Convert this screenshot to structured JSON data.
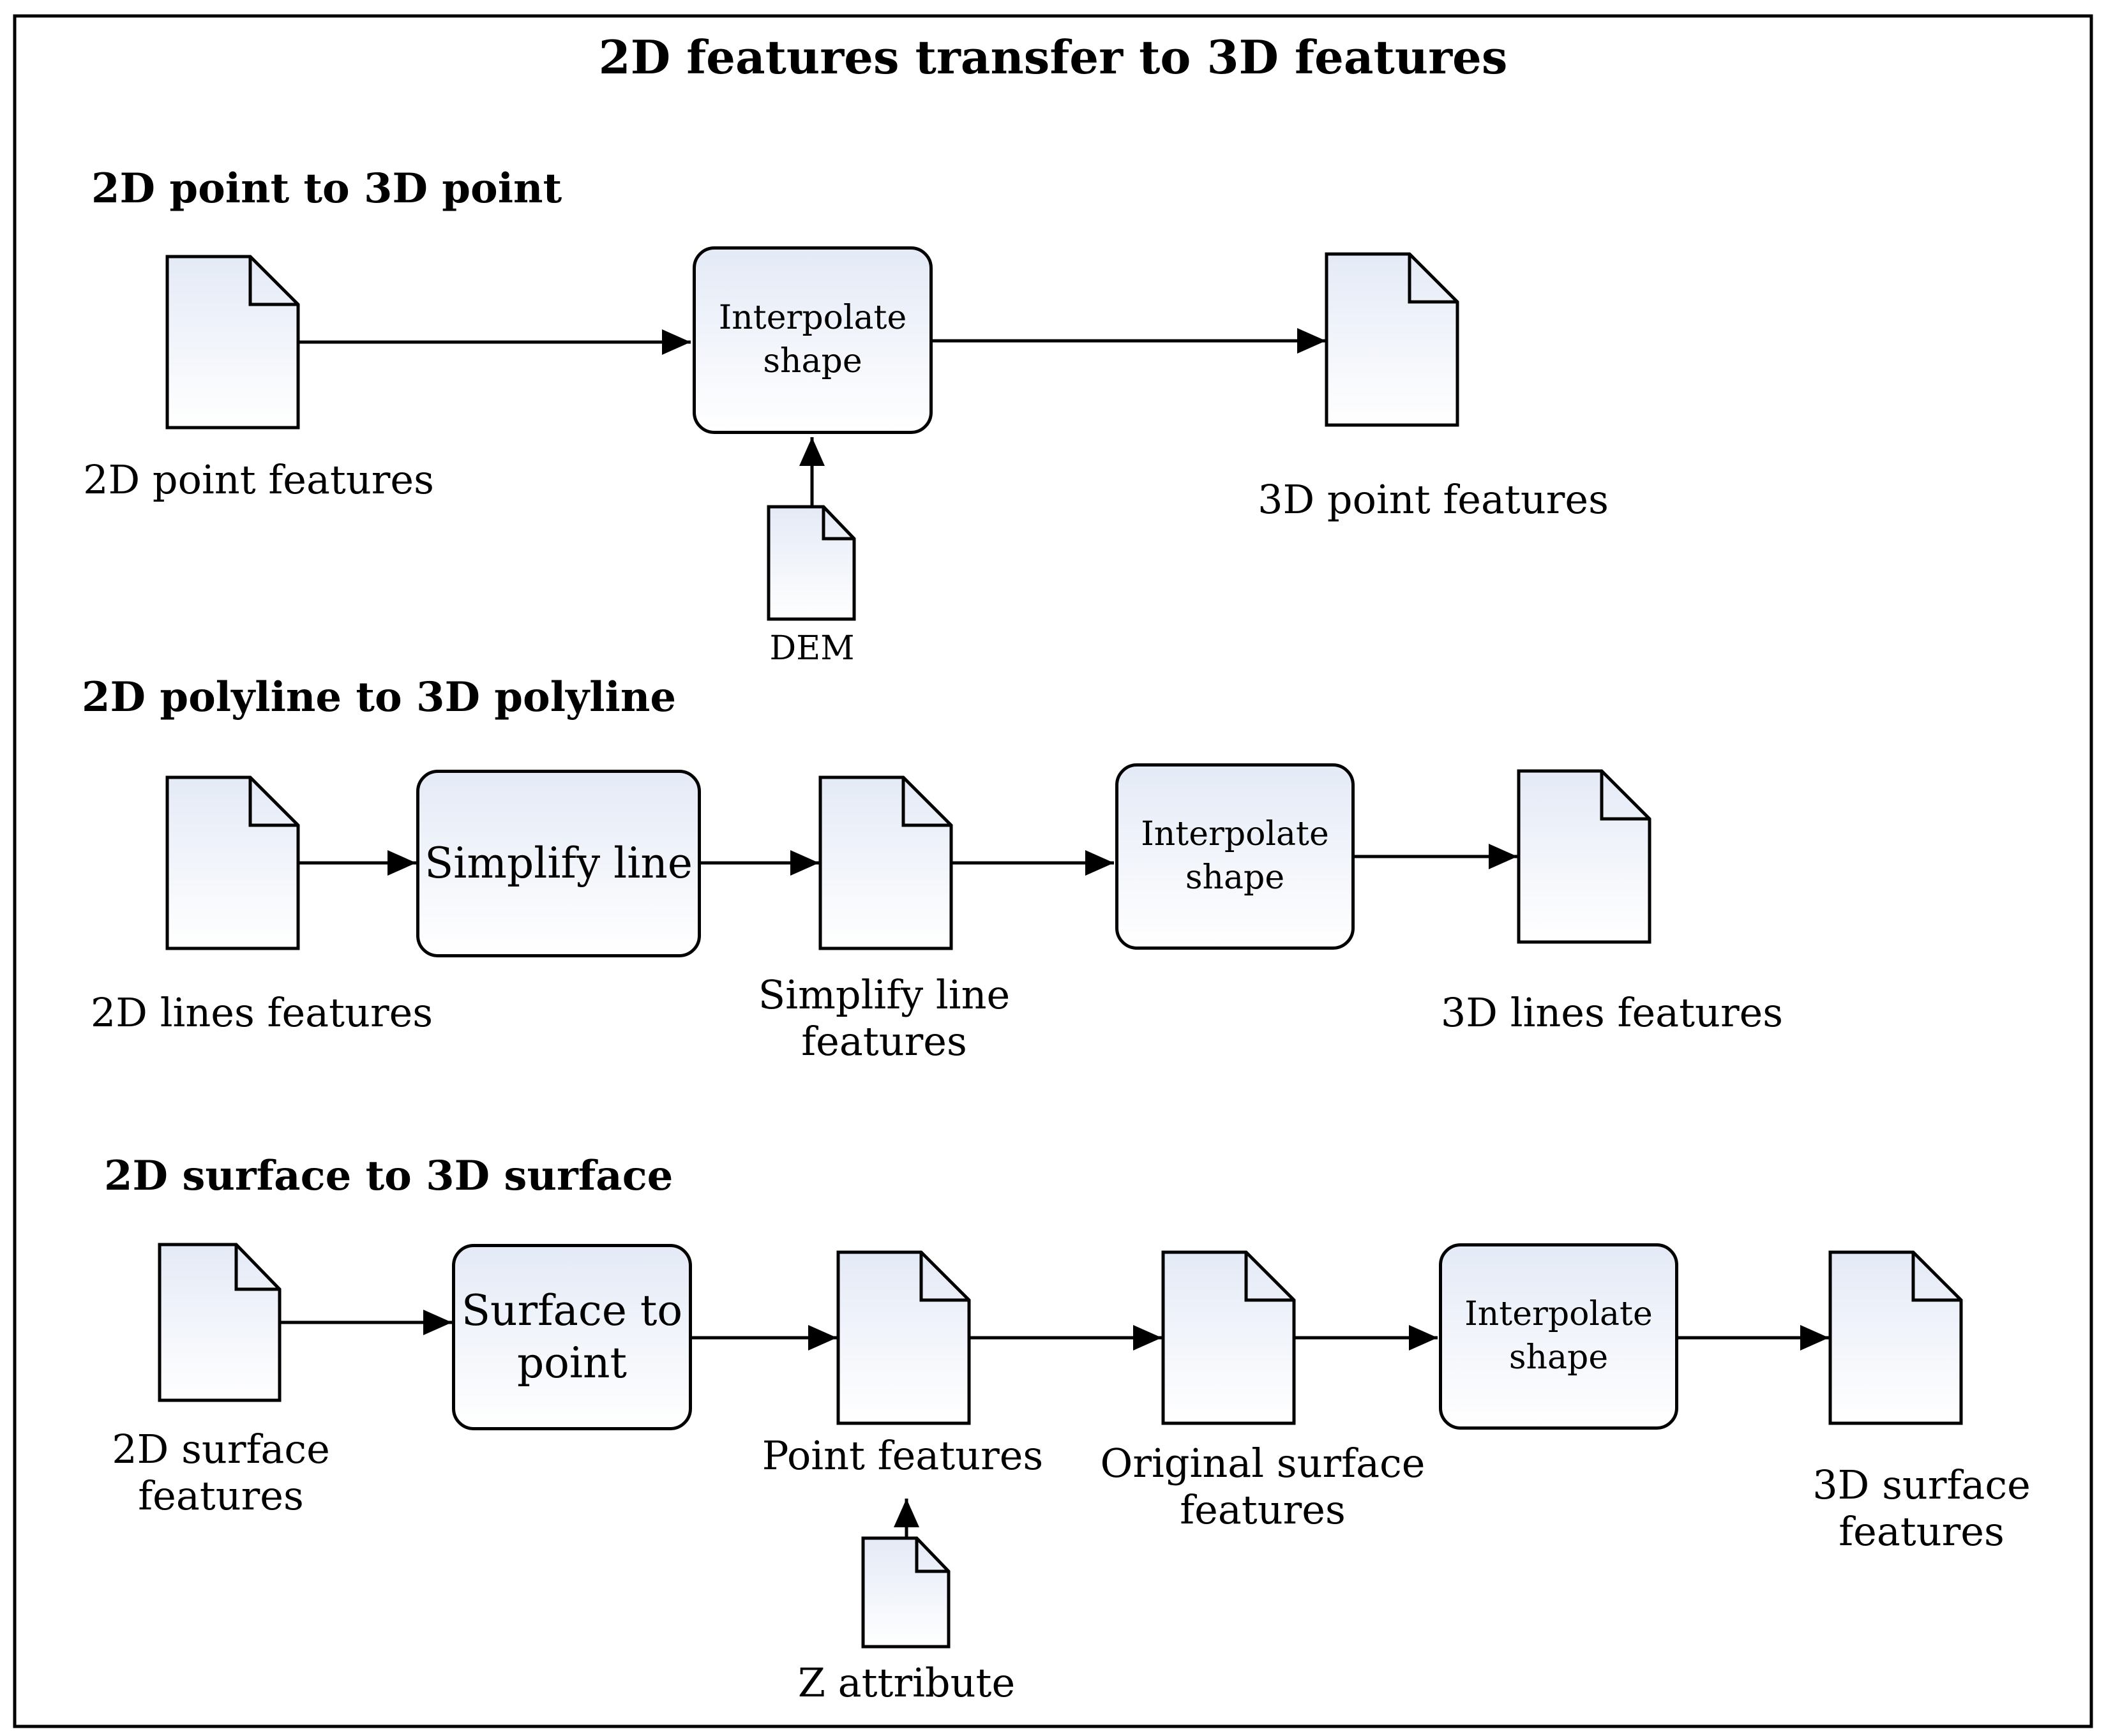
{
  "title": "2D features transfer to 3D features",
  "sections": {
    "point": {
      "title": "2D point to 3D point",
      "input_label": "2D point features",
      "process_label": "Interpolate\nshape",
      "dem_label": "DEM",
      "output_label": "3D point features"
    },
    "polyline": {
      "title": "2D polyline to 3D polyline",
      "input_label": "2D lines features",
      "simplify_label": "Simplify line",
      "simplified_label": "Simplify line\nfeatures",
      "process_label": "Interpolate\nshape",
      "output_label": "3D lines features"
    },
    "surface": {
      "title": "2D surface to 3D surface",
      "input_label": "2D surface\nfeatures",
      "to_point_label": "Surface to\npoint",
      "point_label": "Point features",
      "z_label": "Z attribute",
      "original_label": "Original surface\nfeatures",
      "process_label": "Interpolate\nshape",
      "output_label": "3D surface\nfeatures"
    }
  },
  "colors": {
    "box_fill_top": "#e4eaf6",
    "box_fill_bottom": "#ffffff",
    "stroke": "#000000"
  }
}
